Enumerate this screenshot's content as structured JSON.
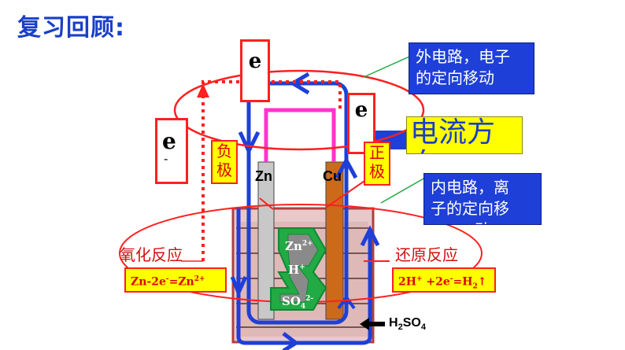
{
  "title": "复习回顾:",
  "external_circuit_note": [
    "外电路，电子",
    "的定向移动"
  ],
  "current_direction": [
    "电流方",
    "向"
  ],
  "internal_circuit_note": [
    "内电路，离",
    "子的定向移",
    "动"
  ],
  "electron_symbol": "e",
  "electron_minus": "-",
  "negative_pole": [
    "负",
    "极"
  ],
  "positive_pole": [
    "正",
    "极"
  ],
  "electrode_left": "Zn",
  "electrode_right": "Cu",
  "oxidation_label": "氧化反应",
  "reduction_label": "还原反应",
  "anode_eq": {
    "a": "Zn-2e",
    "b": "-",
    "c": "=Zn",
    "d": "2+"
  },
  "cathode_eq": {
    "a": "2H",
    "b": "+",
    "c": " +2e",
    "d": "-",
    "e": "=H",
    "f": "2",
    "g": "↑"
  },
  "ion_zn": {
    "base": "Zn",
    "sup": "2+"
  },
  "ion_h": {
    "base": "H",
    "sup": "+"
  },
  "ion_so4": {
    "base": "SO",
    "sub": "4",
    "sup": "2-"
  },
  "electrolyte": {
    "a": "H",
    "b": "2",
    "c": "SO",
    "d": "4"
  },
  "colors": {
    "blue": "#1e3fd8",
    "red": "#ff2020",
    "yellow": "#ffff00",
    "green": "#22aa44",
    "magenta": "#ff33cc",
    "copper": "#cc6a1a",
    "zinc": "#c8c8c8"
  }
}
